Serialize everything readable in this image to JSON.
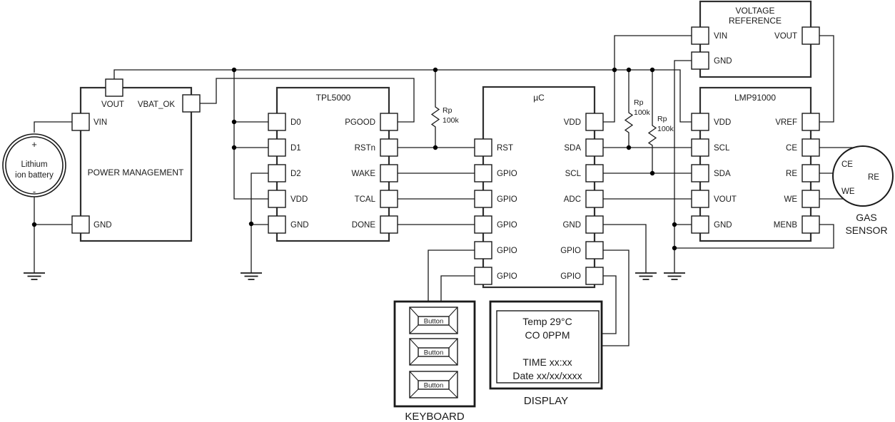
{
  "battery": {
    "positive": "+",
    "name_line1": "Lithium",
    "name_line2": "ion battery",
    "negative": "-"
  },
  "power_management": {
    "title": "POWER MANAGEMENT",
    "pins": {
      "vout": "VOUT",
      "vbat_ok": "VBAT_OK",
      "vin": "VIN",
      "gnd": "GND"
    }
  },
  "tpl5000": {
    "title": "TPL5000",
    "left_pins": [
      "D0",
      "D1",
      "D2",
      "VDD",
      "GND"
    ],
    "right_pins": [
      "PGOOD",
      "RSTn",
      "WAKE",
      "TCAL",
      "DONE"
    ]
  },
  "mcu": {
    "title": "µC",
    "left_pins": [
      "RST",
      "GPIO",
      "GPIO",
      "GPIO",
      "GPIO",
      "GPIO"
    ],
    "right_pins": [
      "VDD",
      "SDA",
      "SCL",
      "ADC",
      "GND",
      "GPIO",
      "GPIO"
    ]
  },
  "voltage_reference": {
    "title_line1": "VOLTAGE",
    "title_line2": "REFERENCE",
    "pins": {
      "vin": "VIN",
      "gnd": "GND",
      "vout": "VOUT"
    }
  },
  "lmp91000": {
    "title": "LMP91000",
    "left_pins": [
      "VDD",
      "SCL",
      "SDA",
      "VOUT",
      "GND"
    ],
    "right_pins": [
      "VREF",
      "CE",
      "RE",
      "WE",
      "MENB"
    ]
  },
  "gas_sensor": {
    "electrodes": {
      "ce": "CE",
      "re": "RE",
      "we": "WE"
    },
    "caption_line1": "GAS",
    "caption_line2": "SENSOR"
  },
  "resistors": {
    "r1": {
      "name": "Rp",
      "value": "100k"
    },
    "r2": {
      "name": "Rp",
      "value": "100k"
    },
    "r3": {
      "name": "Rp",
      "value": "100k"
    }
  },
  "keyboard": {
    "caption": "KEYBOARD",
    "buttons": [
      "Button",
      "Button",
      "Button"
    ]
  },
  "display": {
    "caption": "DISPLAY",
    "lines": [
      "Temp 29°C",
      "CO 0PPM",
      "TIME xx:xx",
      "Date xx/xx/xxxx"
    ]
  },
  "colors": {
    "background": "#ffffff",
    "wire": "#1a1a1a",
    "block_border": "#2e2e2e",
    "text": "#1a1a1a"
  }
}
